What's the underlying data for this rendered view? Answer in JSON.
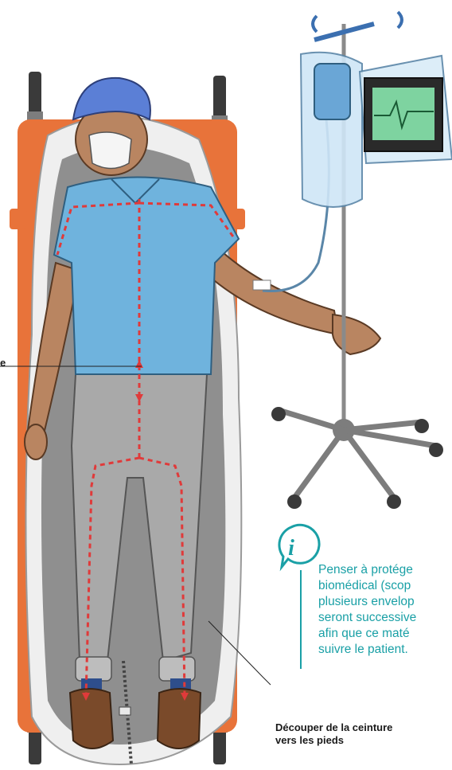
{
  "annotations": {
    "left_edge_fragment": "e",
    "cut_caption": [
      "Découper de la ceinture",
      "vers les pieds"
    ]
  },
  "info": {
    "icon": "info-icon",
    "lines": [
      "Penser à protége",
      "biomédical (scop",
      "plusieurs envelop",
      "seront successive",
      "afin que ce maté",
      "suivre le patient."
    ]
  },
  "colors": {
    "stretcher": "#e8733a",
    "shirt": "#6fb3dd",
    "pants": "#a9a9a9",
    "cap": "#5b7fd6",
    "cut_line": "#e03a3a",
    "info_teal": "#1aa0a6",
    "skin": "#b98561",
    "shoes": "#7a4a2a"
  }
}
